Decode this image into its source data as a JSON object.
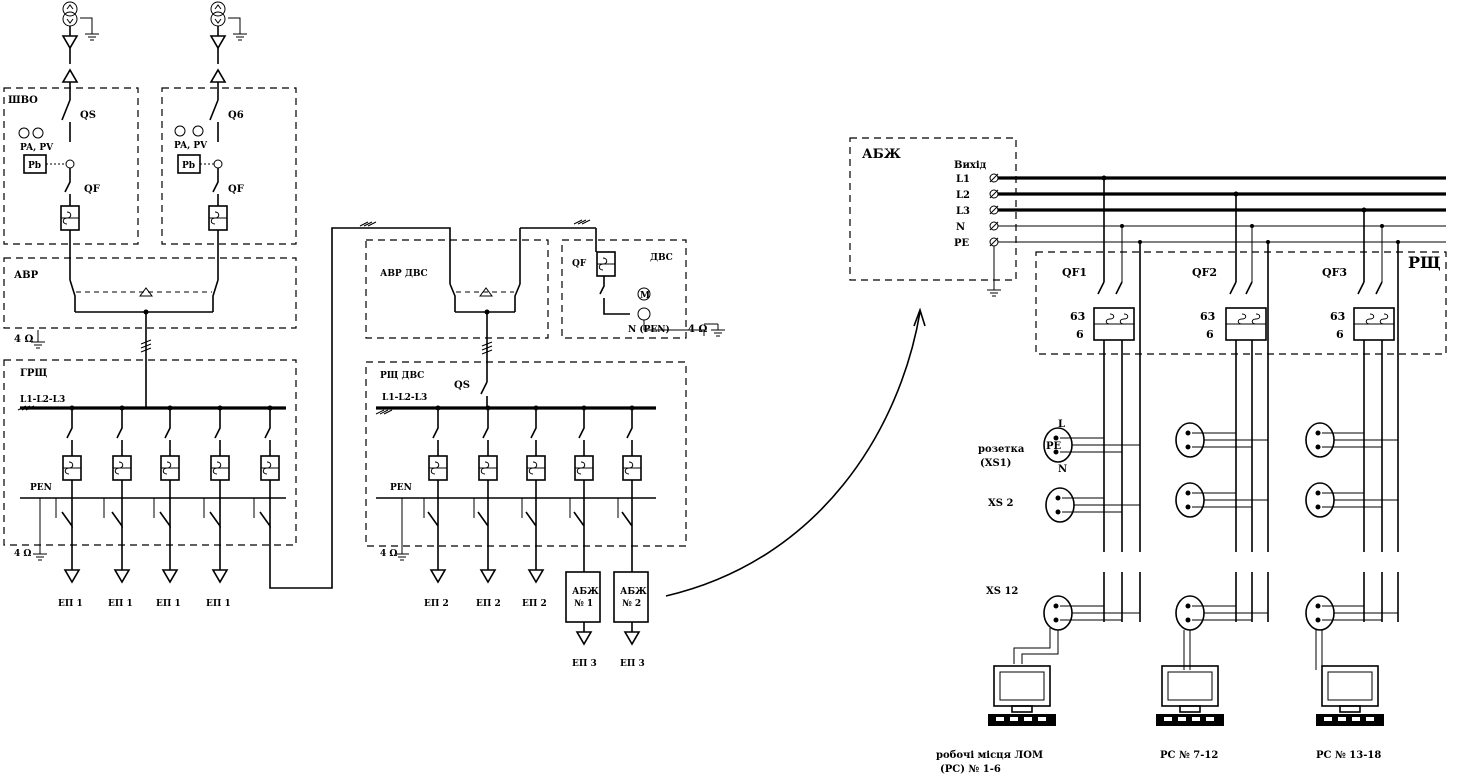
{
  "left": {
    "shvo_label": "ШВО",
    "qs1_label": "QS",
    "qs2_label": "Q6",
    "meters_label_1": "PA, PV",
    "meters_label_2": "PA, PV",
    "pb_label_1": "Pb",
    "pb_label_2": "Pb",
    "qf1_label": "QF",
    "qf2_label": "QF",
    "avr_label": "АВР",
    "ground_4ohm_1": "4 Ω",
    "grsh_label": "ГРЩ",
    "bus_label": "L1-L2-L3",
    "pen_label": "PEN",
    "ground_4ohm_2": "4 Ω",
    "loads": [
      "ЕП 1",
      "ЕП 1",
      "ЕП 1",
      "ЕП 1"
    ]
  },
  "middle": {
    "avr_dvs_label": "АВР ДВС",
    "qf_label": "QF",
    "dvs_label": "ДВС",
    "motor_label": "M",
    "n_pen_label": "N (PEN)",
    "ground_4ohm": "4 Ω",
    "rsh_dvs_label": "РЩ ДВС",
    "qs_label": "QS",
    "bus_label": "L1-L2-L3",
    "pen_label": "PEN",
    "ground_4ohm_2": "4 Ω",
    "loads": [
      "ЕП 2",
      "ЕП 2",
      "ЕП 2"
    ],
    "ups1_label_1": "АБЖ",
    "ups1_label_2": "№ 1",
    "ups2_label_1": "АБЖ",
    "ups2_label_2": "№ 2",
    "ep3_label": "ЕП 3",
    "ep3b_label": "ЕП 3"
  },
  "right": {
    "ups_label": "АБЖ",
    "output_label": "Вихід",
    "terminals": [
      "L1",
      "L2",
      "L3",
      "N",
      "PE"
    ],
    "panel_label": "РЩ",
    "breakers": [
      {
        "name": "QF1",
        "rating": "63",
        "count": "6"
      },
      {
        "name": "QF2",
        "rating": "63",
        "count": "6"
      },
      {
        "name": "QF3",
        "rating": "63",
        "count": "6"
      }
    ],
    "socket_l": "L",
    "socket_pe": "PE",
    "socket_n": "N",
    "socket1_label_1": "розетка",
    "socket1_label_2": "(XS1)",
    "socket2_label": "XS 2",
    "socket12_label": "XS 12",
    "ws1_label_1": "робочі місця ЛОМ",
    "ws1_label_2": "(РС) № 1-6",
    "ws2_label": "РС № 7-12",
    "ws3_label": "РС № 13-18"
  }
}
